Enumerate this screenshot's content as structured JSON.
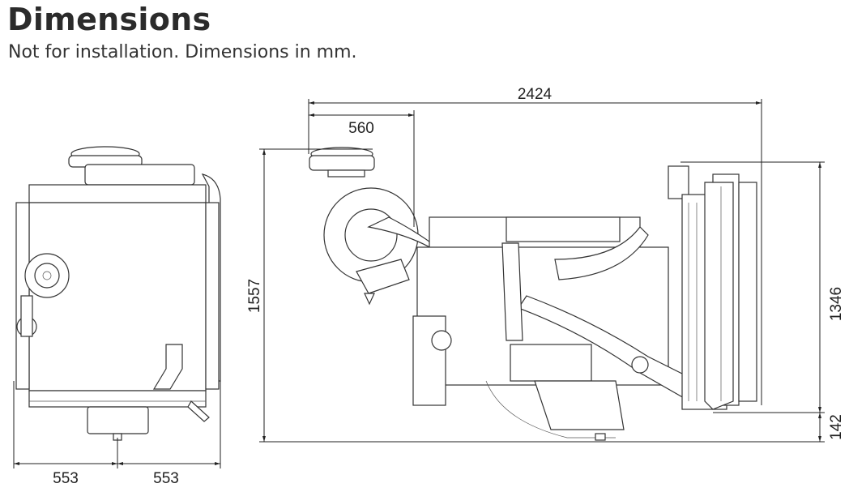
{
  "header": {
    "title": "Dimensions",
    "subtitle": "Not for installation. Dimensions in mm."
  },
  "front_view": {
    "width_left": "553",
    "width_right": "553"
  },
  "side_view": {
    "overall_length": "2424",
    "air_filter_offset": "560",
    "overall_height": "1557",
    "radiator_height": "1346",
    "ground_clearance": "142"
  }
}
